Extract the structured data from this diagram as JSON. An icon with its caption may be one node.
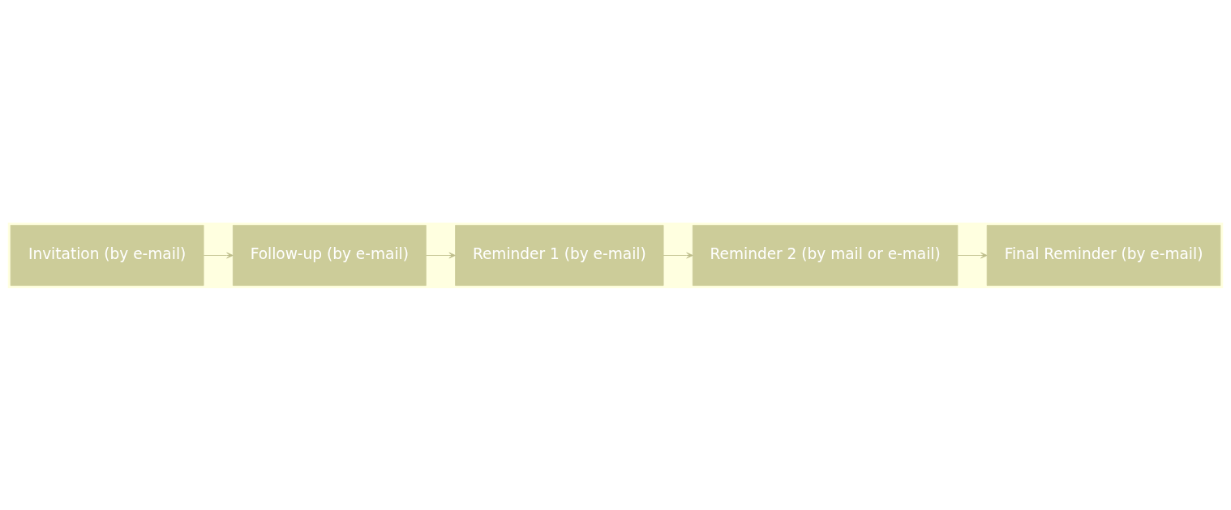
{
  "diagram": {
    "nodes": [
      {
        "text": [
          "Invitation (by e-mail)"
        ]
      },
      {
        "text": [
          "Follow-up (by e-mail)"
        ]
      },
      {
        "text": [
          "Reminder 1 (by e-mail)"
        ]
      },
      {
        "text": [
          "Reminder 2 (by mail or e-mail)"
        ]
      },
      {
        "text": [
          "Final Reminder (by e-mail)"
        ]
      }
    ],
    "edges": [
      {
        "from": 0,
        "to": 1,
        "arrow": "to"
      },
      {
        "from": 1,
        "to": 2,
        "arrow": "to"
      },
      {
        "from": 2,
        "to": 3,
        "arrow": "to"
      },
      {
        "from": 3,
        "to": 4,
        "arrow": "to"
      }
    ]
  }
}
